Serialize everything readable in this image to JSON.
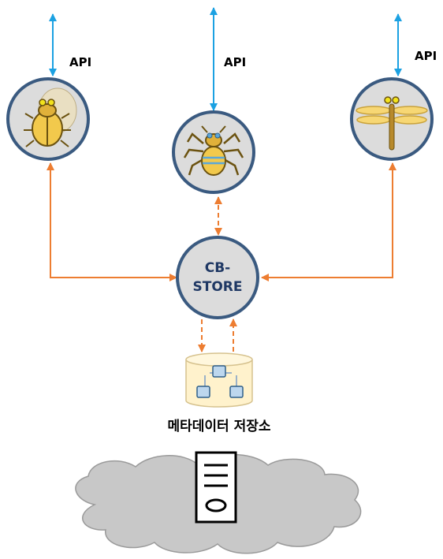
{
  "diagram": {
    "api_labels": [
      "API",
      "API",
      "API"
    ],
    "center_node": {
      "line1": "CB-",
      "line2": "STORE"
    },
    "storage_label": "메타데이터 저장소"
  },
  "colors": {
    "api_arrow": "#1BA1E2",
    "store_arrow": "#ED7D31",
    "node_fill": "#DCDCDC",
    "node_border": "#3A5A80",
    "center_text": "#1F3864",
    "cloud_fill": "#C8C8C8",
    "cloud_border": "#9A9A9A",
    "db_fill": "#FFF2CC",
    "db_border": "#D6C28E"
  },
  "icons": {
    "left_node": "beetle-icon",
    "middle_node": "spider-icon",
    "right_node": "dragonfly-icon",
    "storage": "database-icon",
    "server": "server-icon",
    "cloud": "cloud-icon"
  }
}
